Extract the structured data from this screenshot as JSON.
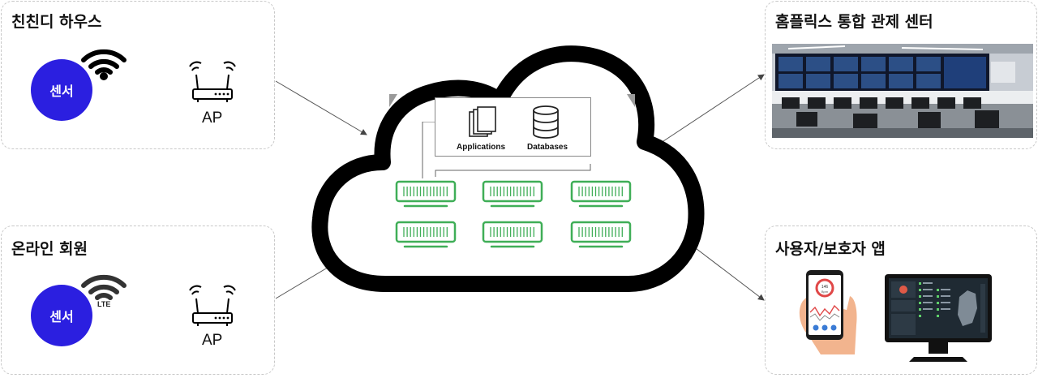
{
  "panels": {
    "home": {
      "title": "친친디 하우스",
      "sensor": "센서",
      "ap": "AP"
    },
    "online": {
      "title": "온라인 회원",
      "sensor": "센서",
      "ap": "AP",
      "lte": "LTE"
    },
    "control": {
      "title": "홈플릭스 통합 관제 센터"
    },
    "app": {
      "title": "사용자/보호자 앱"
    }
  },
  "cloud": {
    "applications": "Applications",
    "databases": "Databases"
  },
  "phone": {
    "value": "146",
    "unit": "Bpm"
  },
  "colors": {
    "sensor": "#2b1fe0",
    "server": "#3fae57",
    "cloud_stroke": "#000000"
  }
}
